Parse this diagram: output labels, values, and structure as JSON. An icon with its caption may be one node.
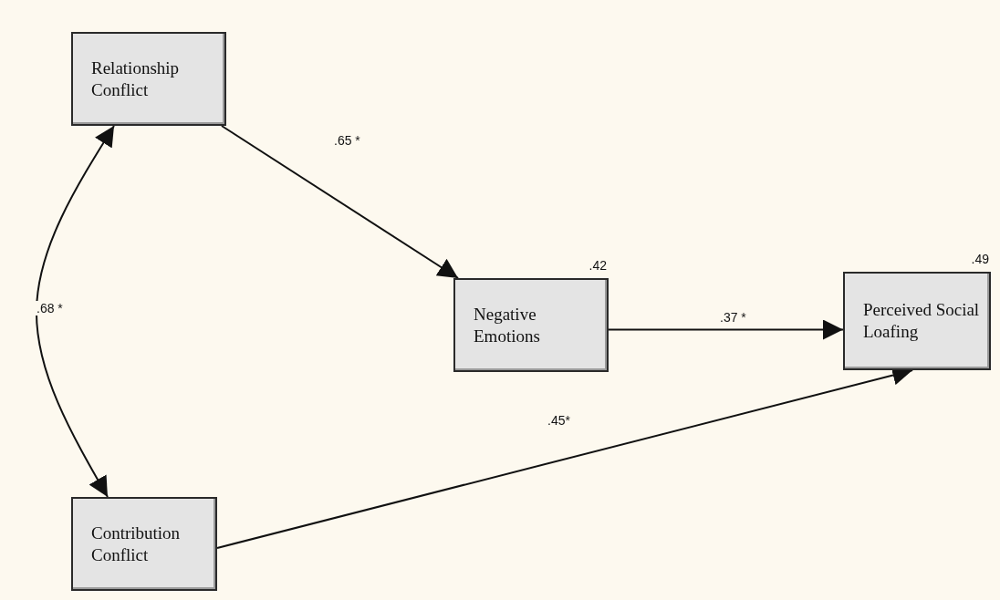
{
  "diagram": {
    "nodes": [
      {
        "text": [
          "Relationship Conflict"
        ]
      },
      {
        "text": [
          "Negative Emotions"
        ],
        "beside": [
          ".42"
        ]
      },
      {
        "text": [
          "Perceived Social Loafing"
        ],
        "beside": [
          ".49"
        ]
      },
      {
        "text": [
          "Contribution Conflict"
        ]
      }
    ],
    "edges": [
      {
        "from": 0,
        "to": 1,
        "arrow": "to",
        "label": ".65 *"
      },
      {
        "from": 1,
        "to": 2,
        "arrow": "to",
        "label": ".37 *"
      },
      {
        "from": 3,
        "to": 2,
        "arrow": "to",
        "label": ".45*"
      },
      {
        "from": 0,
        "to": 3,
        "arrow": "both",
        "label": ".68 *"
      }
    ]
  }
}
